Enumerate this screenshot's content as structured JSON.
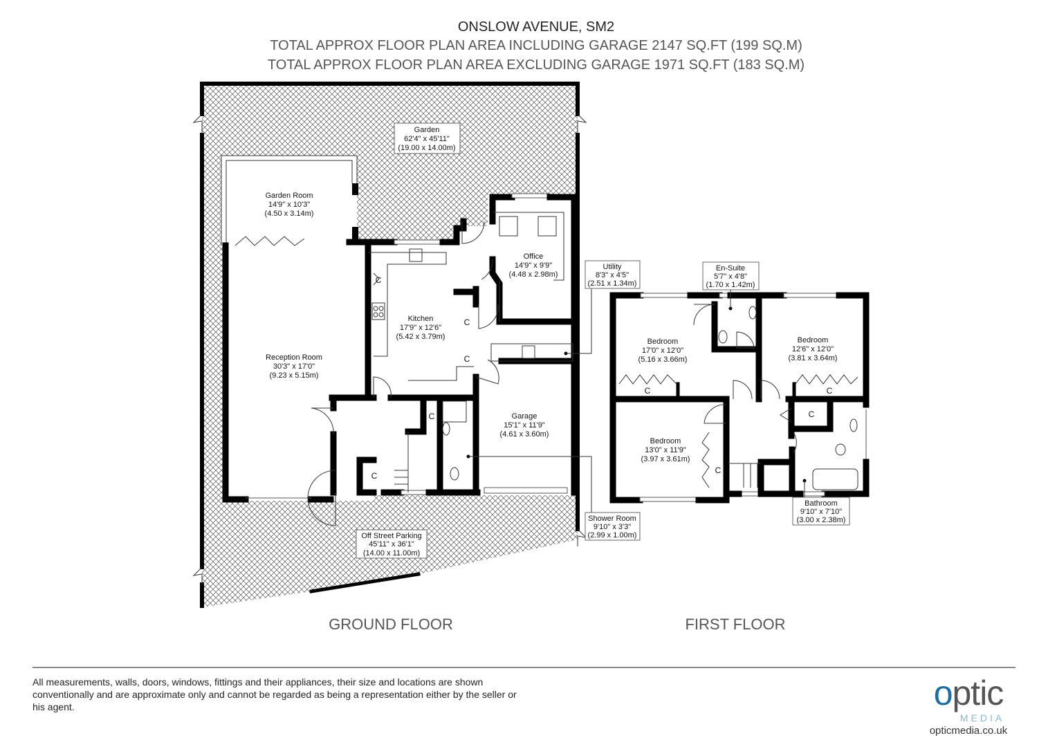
{
  "header": {
    "title": "ONSLOW AVENUE, SM2",
    "line_including": "TOTAL APPROX FLOOR PLAN AREA INCLUDING GARAGE 2147 SQ.FT (199 SQ.M)",
    "line_excluding": "TOTAL APPROX FLOOR PLAN AREA EXCLUDING GARAGE 1971 SQ.FT (183 SQ.M)"
  },
  "ground_floor": {
    "label": "GROUND FLOOR",
    "rooms": [
      {
        "name": "Garden",
        "imperial": "62'4\" x 45'11\"",
        "metric": "(19.00 x 14.00m)"
      },
      {
        "name": "Garden Room",
        "imperial": "14'9\" x 10'3\"",
        "metric": "(4.50 x 3.14m)"
      },
      {
        "name": "Office",
        "imperial": "14'9\" x 9'9\"",
        "metric": "(4.48 x 2.98m)"
      },
      {
        "name": "Kitchen",
        "imperial": "17'9\" x 12'6\"",
        "metric": "(5.42 x 3.79m)"
      },
      {
        "name": "Reception Room",
        "imperial": "30'3\" x 17'0\"",
        "metric": "(9.23 x 5.15m)"
      },
      {
        "name": "Garage",
        "imperial": "15'1\" x 11'9\"",
        "metric": "(4.61 x 3.60m)"
      },
      {
        "name": "Utility",
        "imperial": "8'3\" x 4'5\"",
        "metric": "(2.51 x 1.34m)"
      },
      {
        "name": "Shower Room",
        "imperial": "9'10\" x 3'3\"",
        "metric": "(2.99 x 1.00m)"
      },
      {
        "name": "Off Street Parking",
        "imperial": "45'11\" x 36'1\"",
        "metric": "(14.00 x 11.00m)"
      }
    ]
  },
  "first_floor": {
    "label": "FIRST FLOOR",
    "rooms": [
      {
        "name": "En-Suite",
        "imperial": "5'7\" x 4'8\"",
        "metric": "(1.70 x 1.42m)"
      },
      {
        "name": "Bedroom",
        "imperial": "17'0\" x 12'0\"",
        "metric": "(5.16 x 3.66m)"
      },
      {
        "name": "Bedroom",
        "imperial": "12'6\" x 12'0\"",
        "metric": "(3.81 x 3.64m)"
      },
      {
        "name": "Bedroom",
        "imperial": "13'0\" x 11'9\"",
        "metric": "(3.97 x 3.61m)"
      },
      {
        "name": "Bathroom",
        "imperial": "9'10\" x 7'10\"",
        "metric": "(3.00 x 2.38m)"
      }
    ]
  },
  "cupboard_label": "C",
  "disclaimer": "All measurements, walls, doors, windows, fittings and their appliances, their size and locations are shown conventionally and are approximate only and cannot be regarded as being a representation either by the seller or his agent.",
  "logo": {
    "brand": "optic",
    "sub": "MEDIA",
    "url": "opticmedia.co.uk"
  },
  "colors": {
    "logo_blue": "#1d6fa3",
    "wall": "#000000",
    "text_grey": "#555555"
  }
}
